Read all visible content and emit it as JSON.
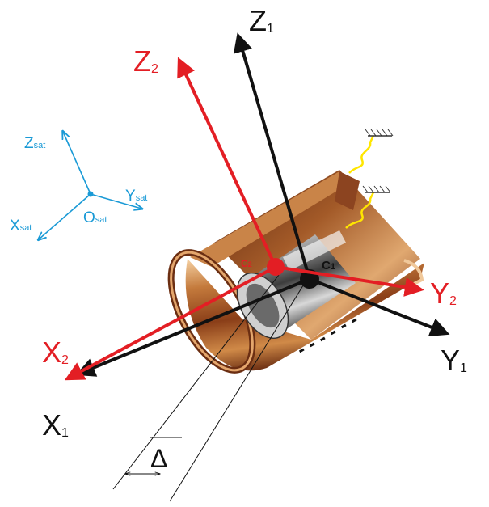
{
  "colors": {
    "frame1": "#111111",
    "frame2": "#e31e24",
    "sat": "#1a9ad6",
    "copper_dark": "#6b2e12",
    "copper_mid": "#b8682e",
    "copper_light": "#f0c89a",
    "steel_dark": "#3a3a3a",
    "steel_light": "#e8e8e8",
    "spring": "#ffe600"
  },
  "frame1": {
    "x": {
      "letter": "X",
      "sub": "1"
    },
    "y": {
      "letter": "Y",
      "sub": "1"
    },
    "z": {
      "letter": "Z",
      "sub": "1"
    },
    "center": {
      "letter": "C",
      "sub": "1"
    }
  },
  "frame2": {
    "x": {
      "letter": "X",
      "sub": "2"
    },
    "y": {
      "letter": "Y",
      "sub": "2"
    },
    "z": {
      "letter": "Z",
      "sub": "2"
    },
    "center": {
      "letter": "C",
      "sub": "2"
    }
  },
  "sat_frame": {
    "x": {
      "letter": "X",
      "sub": "sat"
    },
    "y": {
      "letter": "Y",
      "sub": "sat"
    },
    "z": {
      "letter": "Z",
      "sub": "sat"
    },
    "origin": {
      "letter": "O",
      "sub": "sat"
    }
  },
  "offset_symbol": "Δ"
}
